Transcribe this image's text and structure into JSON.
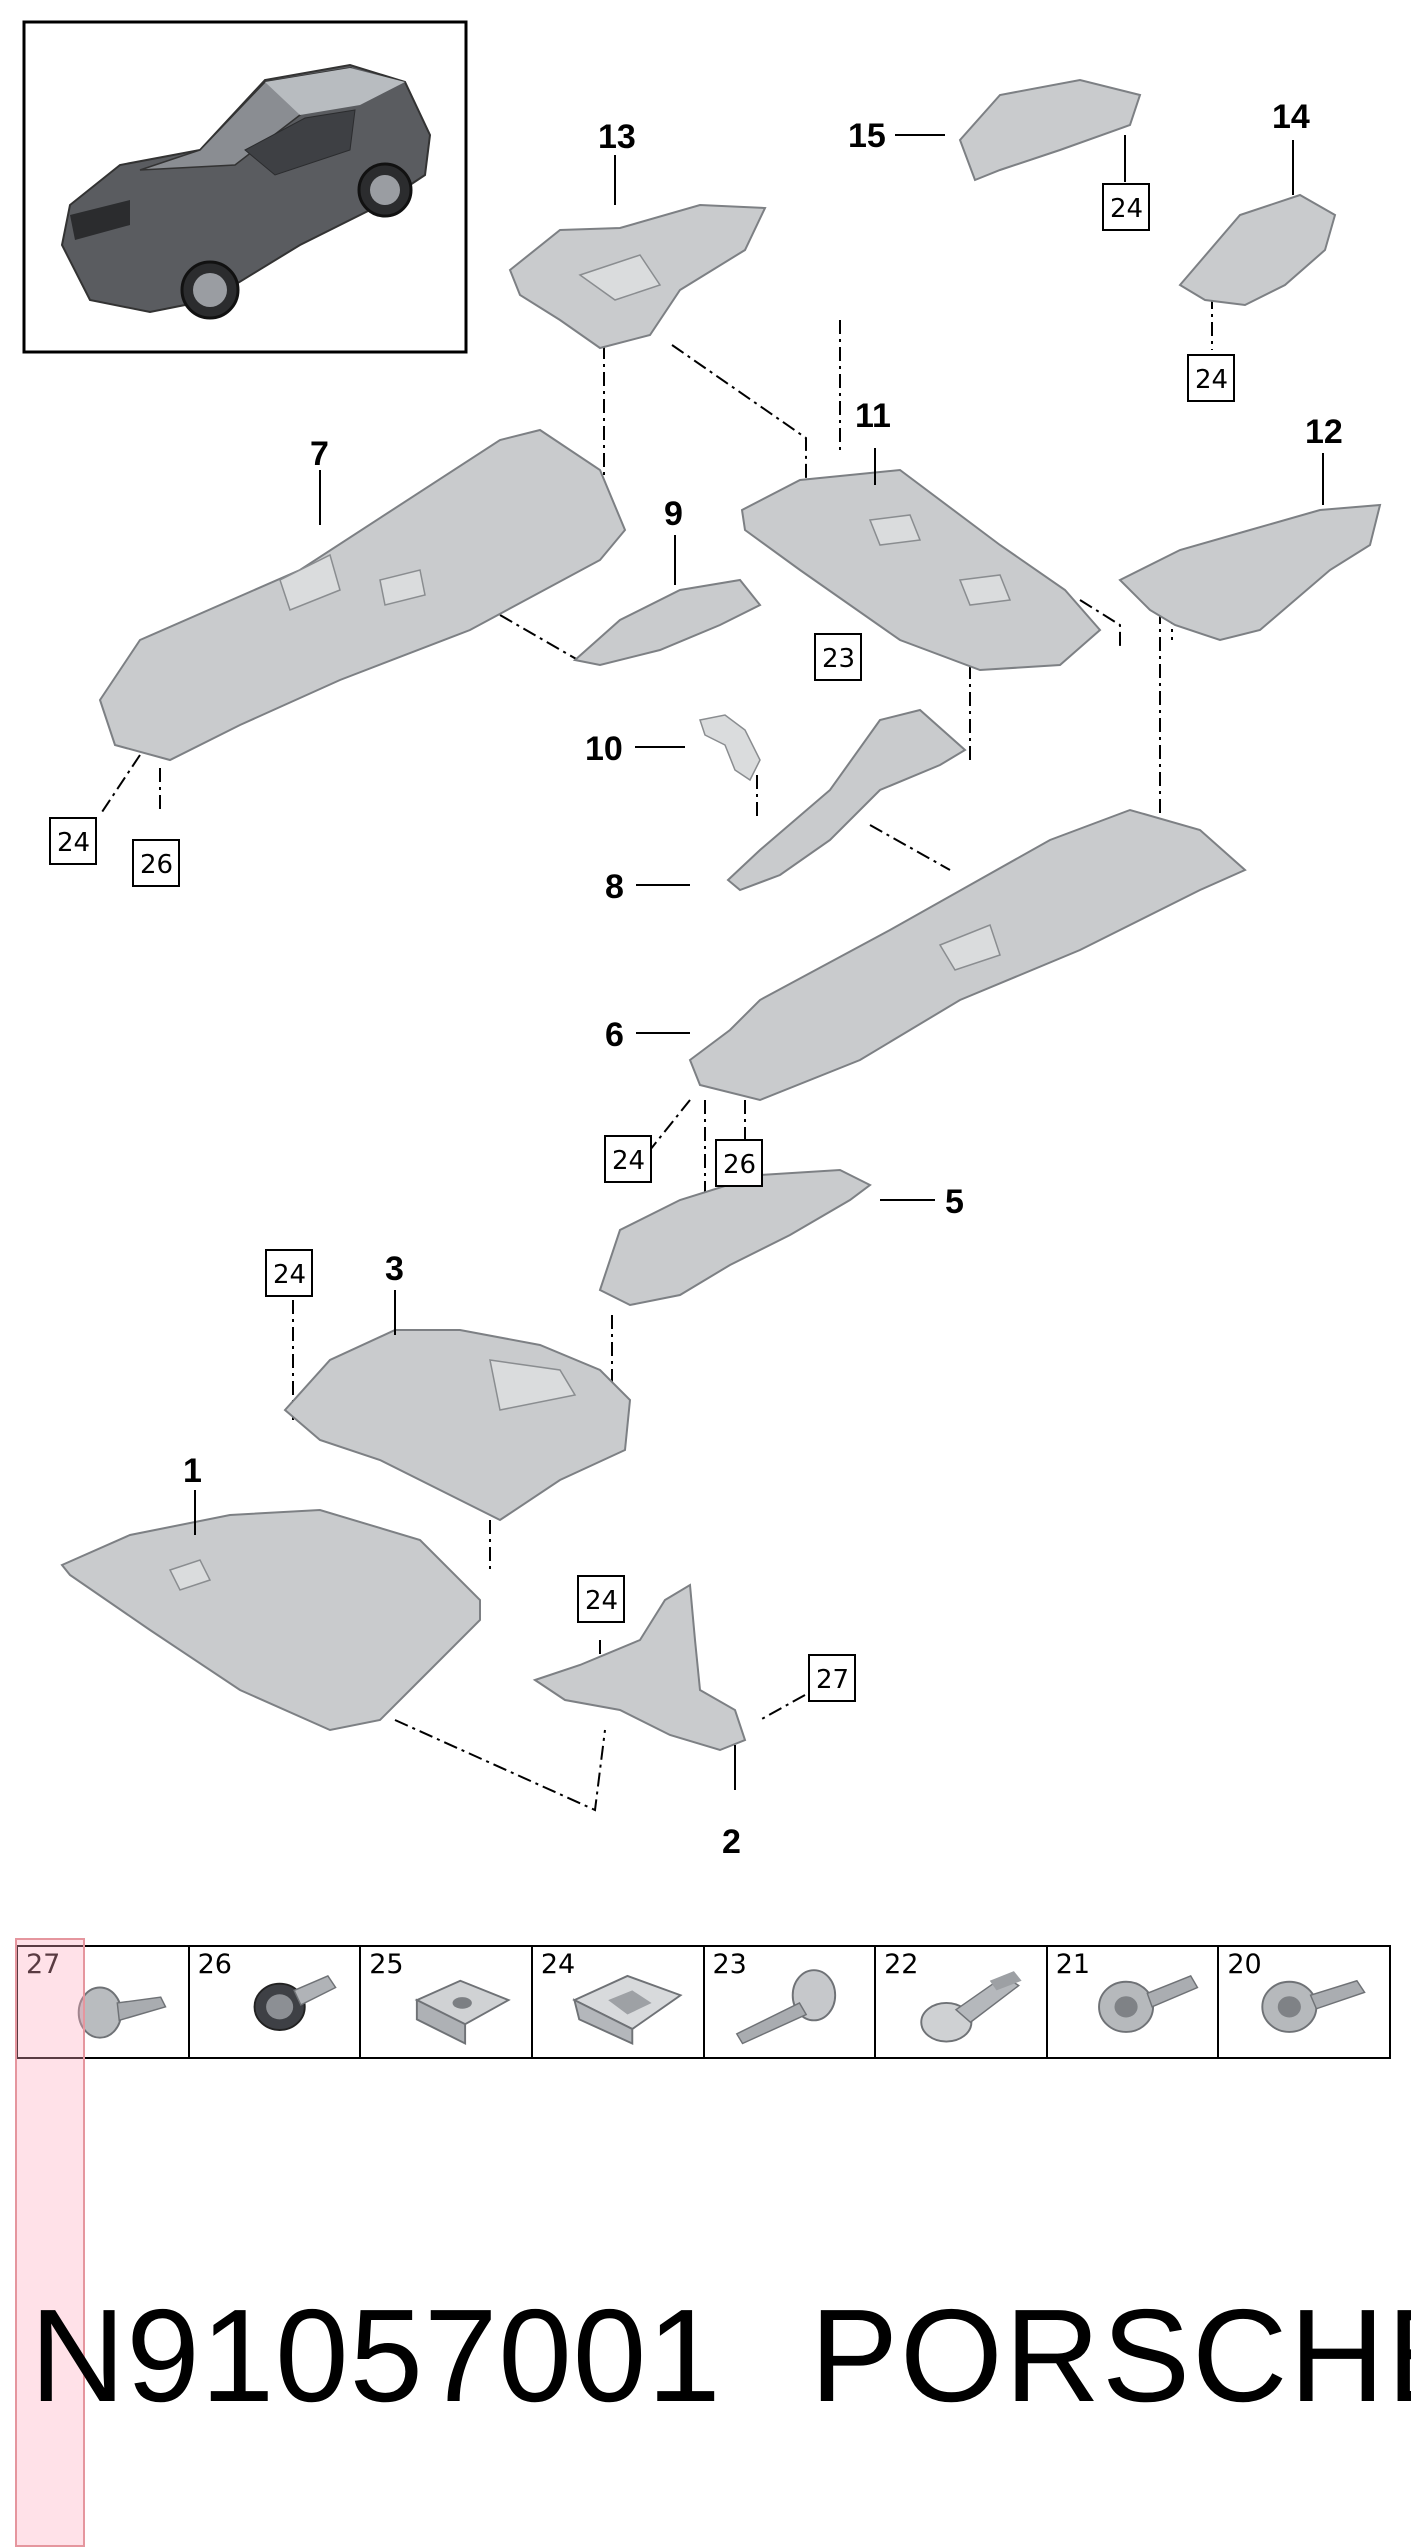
{
  "diagram": {
    "callouts": {
      "c1": "1",
      "c2": "2",
      "c3": "3",
      "c5": "5",
      "c6": "6",
      "c7": "7",
      "c8": "8",
      "c9": "9",
      "c10": "10",
      "c11": "11",
      "c12": "12",
      "c13": "13",
      "c14": "14",
      "c15": "15"
    },
    "boxed_refs": {
      "b24_15": "24",
      "b24_14": "24",
      "b23_11": "23",
      "b24_7": "24",
      "b26_7": "26",
      "b24_6": "24",
      "b26_6": "26",
      "b24_3": "24",
      "b24_2": "24",
      "b27_2": "27"
    }
  },
  "fasteners": [
    {
      "number": "27",
      "icon": "screw-pan-head-icon"
    },
    {
      "number": "26",
      "icon": "collar-bolt-icon"
    },
    {
      "number": "25",
      "icon": "square-nut-clip-icon"
    },
    {
      "number": "24",
      "icon": "spring-clip-icon"
    },
    {
      "number": "23",
      "icon": "expansion-rivet-icon"
    },
    {
      "number": "22",
      "icon": "push-rivet-icon"
    },
    {
      "number": "21",
      "icon": "hex-flange-bolt-icon"
    },
    {
      "number": "20",
      "icon": "torx-washer-bolt-icon"
    }
  ],
  "footer": {
    "part_number": "N91057001",
    "brand": "PORSCHE"
  },
  "highlight": {
    "column": "27"
  }
}
